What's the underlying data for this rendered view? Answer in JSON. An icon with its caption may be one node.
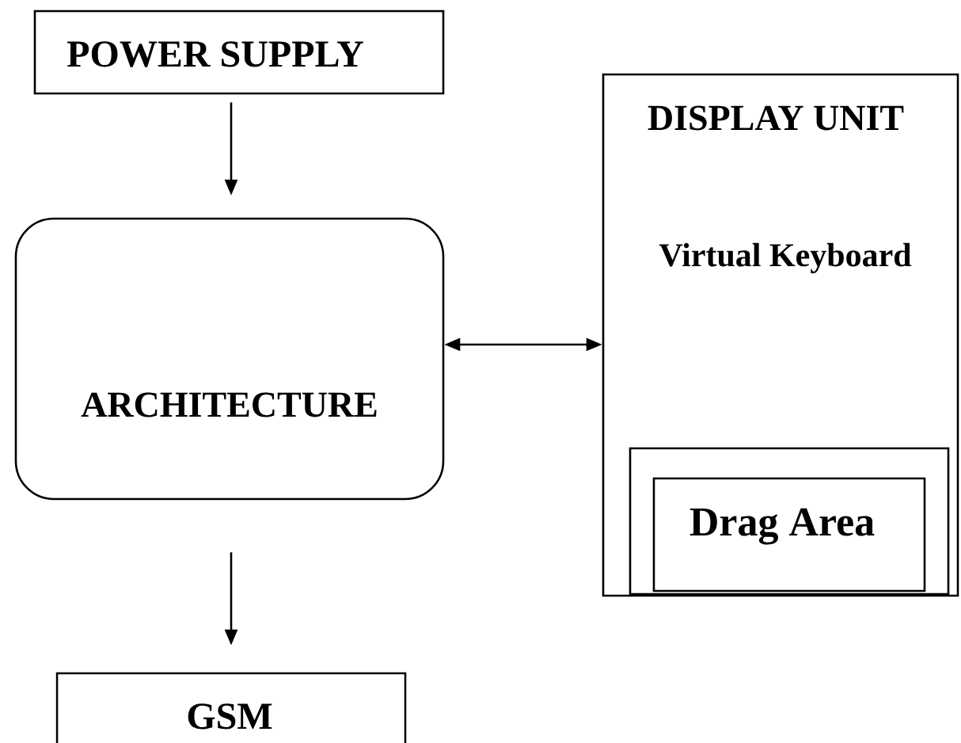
{
  "diagram": {
    "nodes": [
      {
        "text": [
          "POWER SUPPLY"
        ]
      },
      {
        "text": [
          "ARCHITECTURE"
        ]
      },
      {
        "text": [
          "DISPLAY UNIT",
          "Virtual Keyboard"
        ]
      },
      {
        "text": [],
        "shape": "box",
        "in": 2
      },
      {
        "text": [
          "Drag Area"
        ],
        "in": 3
      },
      {
        "text": [
          "GSM"
        ]
      }
    ],
    "edges": [
      {
        "from": 0,
        "to": 1,
        "arrow": "to"
      },
      {
        "from": 1,
        "to": 2,
        "arrow": "both"
      },
      {
        "from": 1,
        "to": 5,
        "arrow": "to"
      }
    ]
  }
}
